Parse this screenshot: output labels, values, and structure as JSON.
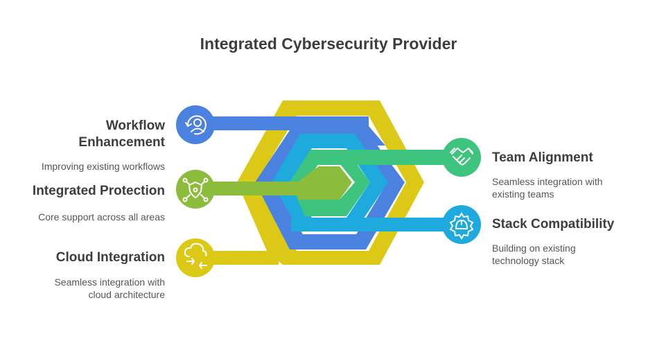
{
  "title": "Integrated Cybersecurity Provider",
  "colors": {
    "yellow": "#dcc817",
    "blue": "#4b82e0",
    "cyan": "#1eaadc",
    "green": "#3ec47f",
    "lime": "#8cbc3c"
  },
  "items": [
    {
      "id": "workflow",
      "title": "Workflow Enhancement",
      "description": "Improving existing workflows",
      "icon": "user-refresh-icon",
      "color": "blue"
    },
    {
      "id": "protection",
      "title": "Integrated Protection",
      "description": "Core support across all areas",
      "icon": "shield-network-icon",
      "color": "lime"
    },
    {
      "id": "cloud",
      "title": "Cloud Integration",
      "description": "Seamless integration with cloud architecture",
      "icon": "cloud-sync-icon",
      "color": "yellow"
    },
    {
      "id": "team",
      "title": "Team Alignment",
      "description": "Seamless integration with existing teams",
      "icon": "handshake-icon",
      "color": "green"
    },
    {
      "id": "stack",
      "title": "Stack Compatibility",
      "description": "Building on existing technology stack",
      "icon": "gear-helmet-icon",
      "color": "cyan"
    }
  ]
}
